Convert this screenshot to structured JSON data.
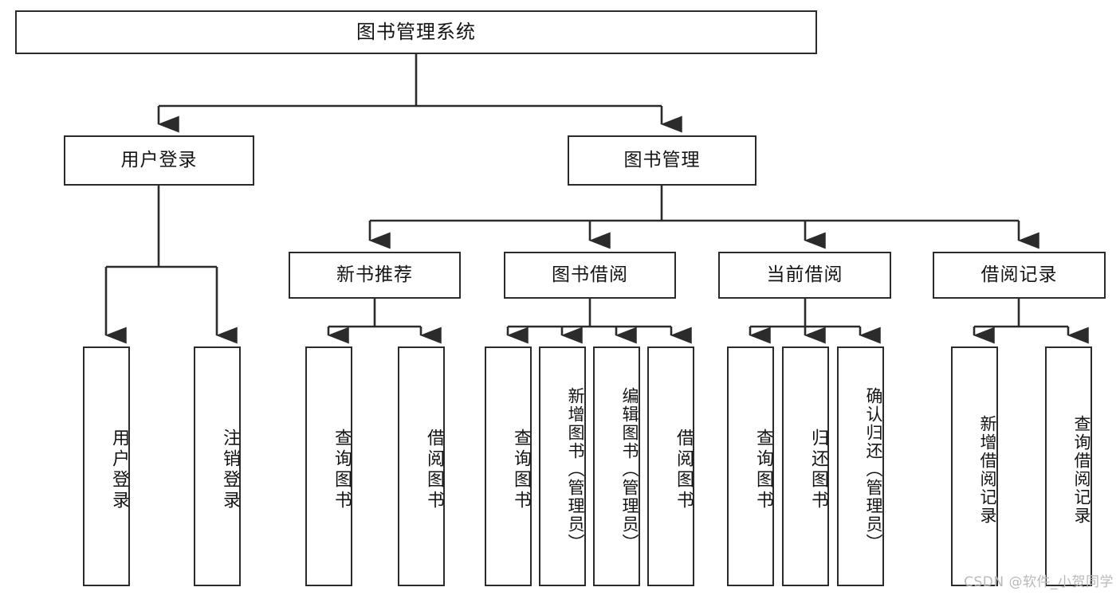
{
  "diagram": {
    "title": "图书管理系统",
    "type": "hierarchy-tree",
    "colors": {
      "box_border": "#2b2b2b",
      "box_fill": "#ffffff",
      "connector": "#2b2b2b",
      "text": "#141414",
      "watermark": "#b9b9b9",
      "background": "#ffffff"
    },
    "watermark": "CSDN @软件_小贺同学",
    "levels": {
      "root": {
        "label": "图书管理系统"
      },
      "level2": [
        {
          "label": "用户登录"
        },
        {
          "label": "图书管理"
        }
      ],
      "level3": [
        {
          "label": "新书推荐"
        },
        {
          "label": "图书借阅"
        },
        {
          "label": "当前借阅"
        },
        {
          "label": "借阅记录"
        }
      ],
      "leaves": {
        "user_login": [
          {
            "label": "用户登录"
          },
          {
            "label": "注销登录"
          }
        ],
        "new_book_recommend": [
          {
            "label": "查询图书"
          },
          {
            "label": "借阅图书"
          }
        ],
        "book_borrow": [
          {
            "label": "查询图书"
          },
          {
            "label": "新增图书（管理员）"
          },
          {
            "label": "编辑图书（管理员）"
          },
          {
            "label": "借阅图书"
          }
        ],
        "current_borrow": [
          {
            "label": "查询图书"
          },
          {
            "label": "归还图书"
          },
          {
            "label": "确认归还（管理员）"
          }
        ],
        "borrow_record": [
          {
            "label": "新增借阅记录"
          },
          {
            "label": "查询借阅记录"
          }
        ]
      }
    }
  }
}
